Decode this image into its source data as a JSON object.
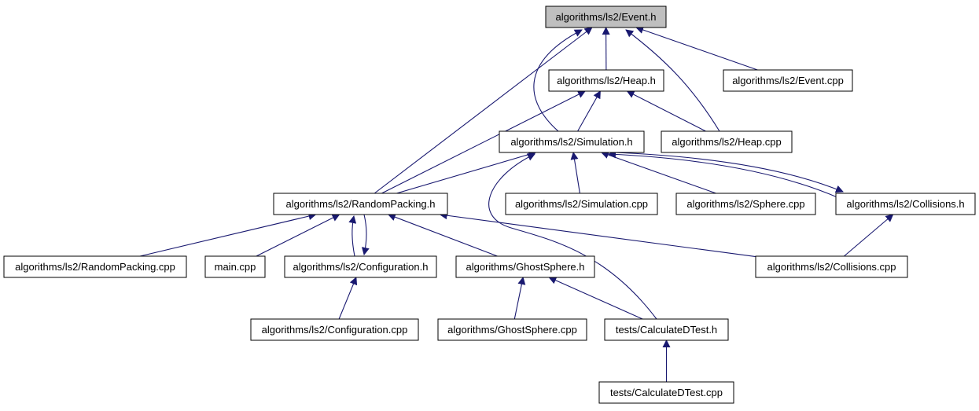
{
  "graph": {
    "nodes": [
      {
        "id": "event_h",
        "label": "algorithms/ls2/Event.h",
        "root": true
      },
      {
        "id": "heap_h",
        "label": "algorithms/ls2/Heap.h"
      },
      {
        "id": "event_cpp",
        "label": "algorithms/ls2/Event.cpp"
      },
      {
        "id": "simulation_h",
        "label": "algorithms/ls2/Simulation.h"
      },
      {
        "id": "heap_cpp",
        "label": "algorithms/ls2/Heap.cpp"
      },
      {
        "id": "randompacking_h",
        "label": "algorithms/ls2/RandomPacking.h"
      },
      {
        "id": "simulation_cpp",
        "label": "algorithms/ls2/Simulation.cpp"
      },
      {
        "id": "sphere_cpp",
        "label": "algorithms/ls2/Sphere.cpp"
      },
      {
        "id": "collisions_h",
        "label": "algorithms/ls2/Collisions.h"
      },
      {
        "id": "randompacking_cpp",
        "label": "algorithms/ls2/RandomPacking.cpp"
      },
      {
        "id": "main_cpp",
        "label": "main.cpp"
      },
      {
        "id": "configuration_h",
        "label": "algorithms/ls2/Configuration.h"
      },
      {
        "id": "ghostsphere_h",
        "label": "algorithms/GhostSphere.h"
      },
      {
        "id": "collisions_cpp",
        "label": "algorithms/ls2/Collisions.cpp"
      },
      {
        "id": "configuration_cpp",
        "label": "algorithms/ls2/Configuration.cpp"
      },
      {
        "id": "ghostsphere_cpp",
        "label": "algorithms/GhostSphere.cpp"
      },
      {
        "id": "calculatedtest_h",
        "label": "tests/CalculateDTest.h"
      },
      {
        "id": "calculatedtest_cpp",
        "label": "tests/CalculateDTest.cpp"
      }
    ],
    "edges": [
      {
        "from": "heap_h",
        "to": "event_h"
      },
      {
        "from": "event_cpp",
        "to": "event_h"
      },
      {
        "from": "heap_cpp",
        "to": "event_h"
      },
      {
        "from": "simulation_h",
        "to": "event_h"
      },
      {
        "from": "randompacking_h",
        "to": "event_h"
      },
      {
        "from": "simulation_h",
        "to": "heap_h"
      },
      {
        "from": "heap_cpp",
        "to": "heap_h"
      },
      {
        "from": "randompacking_h",
        "to": "heap_h"
      },
      {
        "from": "randompacking_h",
        "to": "simulation_h"
      },
      {
        "from": "simulation_cpp",
        "to": "simulation_h"
      },
      {
        "from": "sphere_cpp",
        "to": "simulation_h"
      },
      {
        "from": "collisions_h",
        "to": "simulation_h"
      },
      {
        "from": "calculatedtest_h",
        "to": "simulation_h"
      },
      {
        "from": "simulation_h",
        "to": "collisions_h"
      },
      {
        "from": "collisions_cpp",
        "to": "collisions_h"
      },
      {
        "from": "randompacking_cpp",
        "to": "randompacking_h"
      },
      {
        "from": "main_cpp",
        "to": "randompacking_h"
      },
      {
        "from": "configuration_h",
        "to": "randompacking_h"
      },
      {
        "from": "randompacking_h",
        "to": "configuration_h"
      },
      {
        "from": "ghostsphere_h",
        "to": "randompacking_h"
      },
      {
        "from": "collisions_cpp",
        "to": "randompacking_h"
      },
      {
        "from": "configuration_cpp",
        "to": "configuration_h"
      },
      {
        "from": "ghostsphere_cpp",
        "to": "ghostsphere_h"
      },
      {
        "from": "calculatedtest_h",
        "to": "ghostsphere_h"
      },
      {
        "from": "calculatedtest_cpp",
        "to": "calculatedtest_h"
      }
    ]
  },
  "colors": {
    "edge": "#191970",
    "root_fill": "#bfbfbf",
    "node_fill": "#ffffff",
    "node_stroke": "#000000"
  }
}
